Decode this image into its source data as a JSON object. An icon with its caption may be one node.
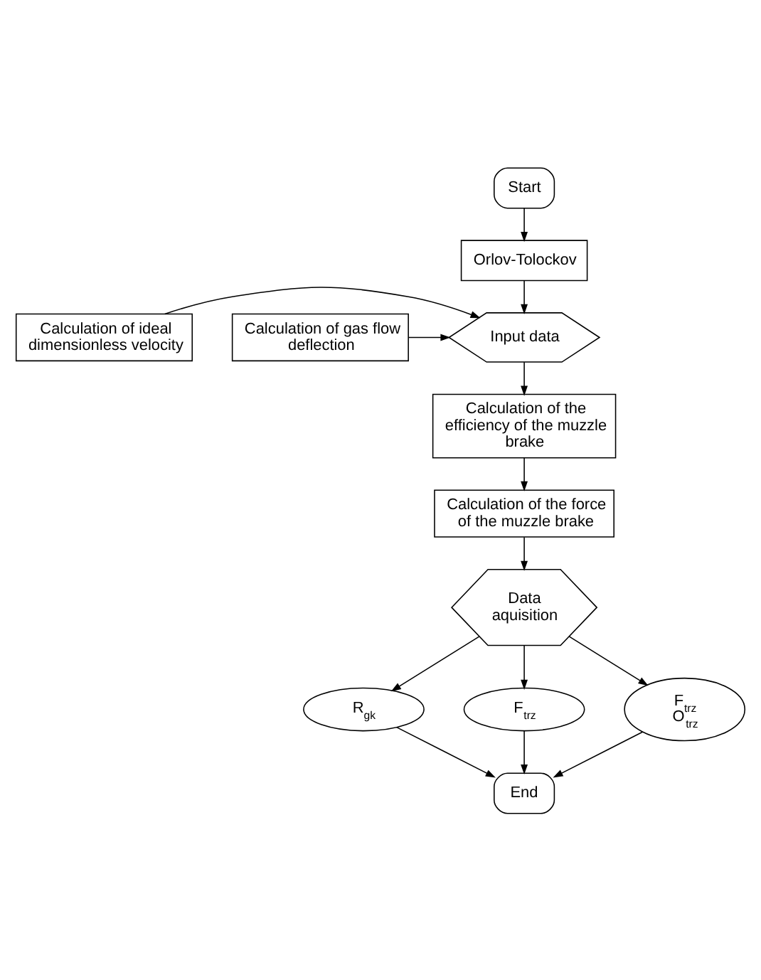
{
  "diagram": {
    "nodes": [
      {
        "text": [
          "Start"
        ]
      },
      {
        "text": [
          "Orlov-Tolockov"
        ]
      },
      {
        "text": [
          "Input data"
        ]
      },
      {
        "text": [
          "Calculation of ideal dimensionless velocity"
        ]
      },
      {
        "text": [
          "Calculation of gas flow deflection"
        ]
      },
      {
        "text": [
          "Calculation of the efficiency of the muzzle brake"
        ]
      },
      {
        "text": [
          "Calculation of the force of the muzzle brake"
        ]
      },
      {
        "text": [
          "Data aquisition"
        ]
      },
      {
        "text": [
          "R$_{gk}$"
        ]
      },
      {
        "text": [
          "F$_{trz}$"
        ]
      },
      {
        "text": [
          "F$_{trz}$",
          "O$_{trz}$"
        ]
      },
      {
        "text": [
          "End"
        ]
      }
    ],
    "edges": [
      {
        "from": 0,
        "to": 1,
        "arrow": "to"
      },
      {
        "from": 1,
        "to": 2,
        "arrow": "to"
      },
      {
        "from": 3,
        "to": 2,
        "arrow": "to"
      },
      {
        "from": 4,
        "to": 2,
        "arrow": "to"
      },
      {
        "from": 2,
        "to": 5,
        "arrow": "to"
      },
      {
        "from": 5,
        "to": 6,
        "arrow": "to"
      },
      {
        "from": 6,
        "to": 7,
        "arrow": "to"
      },
      {
        "from": 7,
        "to": 8,
        "arrow": "to"
      },
      {
        "from": 7,
        "to": 9,
        "arrow": "to"
      },
      {
        "from": 7,
        "to": 10,
        "arrow": "to"
      },
      {
        "from": 8,
        "to": 11,
        "arrow": "to"
      },
      {
        "from": 9,
        "to": 11,
        "arrow": "to"
      },
      {
        "from": 10,
        "to": 11,
        "arrow": "to"
      }
    ]
  }
}
